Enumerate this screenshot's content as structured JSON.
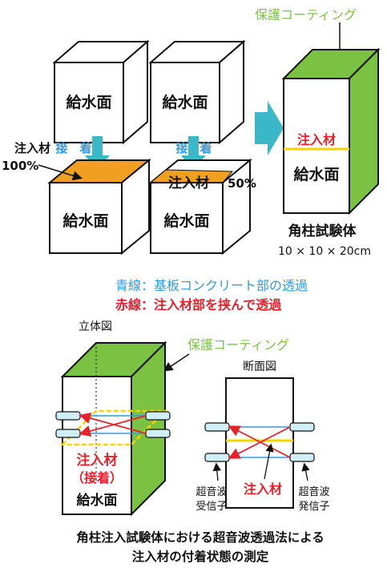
{
  "colors": {
    "green": "#7cc242",
    "green_dark": "#5fa82e",
    "orange": "#f0a020",
    "yellow": "#f5d400",
    "cyan": "#3ab8c8",
    "cyan_light": "#cfeef5",
    "blue": "#3399dd",
    "red": "#e8202a",
    "black": "#111111"
  },
  "top": {
    "block_label": "給水面",
    "adhere_label": "接　着",
    "material_100": "注入材",
    "material_100_pct": "100%",
    "material_50": "注入材",
    "material_50_pct": "50%",
    "coating_label": "保護コーティング",
    "specimen_material": "注入材",
    "specimen_face": "給水面",
    "specimen_title": "角柱試験体",
    "specimen_size": "10 × 10 × 20cm"
  },
  "legend": {
    "blue_line": "青線：基板コンクリート部の透過",
    "red_line": "赤線：注入材部を挟んで透過"
  },
  "bottom": {
    "solid_view_label": "立体図",
    "coating_label": "保護コーティング",
    "section_label": "断面図",
    "material_label": "注入材",
    "adhesion_label": "（接着）",
    "face_label": "給水面",
    "section_material": "注入材",
    "receiver_line1": "超音波",
    "receiver_line2": "受信子",
    "transmitter_line1": "超音波",
    "transmitter_line2": "発信子"
  },
  "caption": {
    "line1": "角柱注入試験体における超音波透過法による",
    "line2": "注入材の付着状態の測定"
  }
}
